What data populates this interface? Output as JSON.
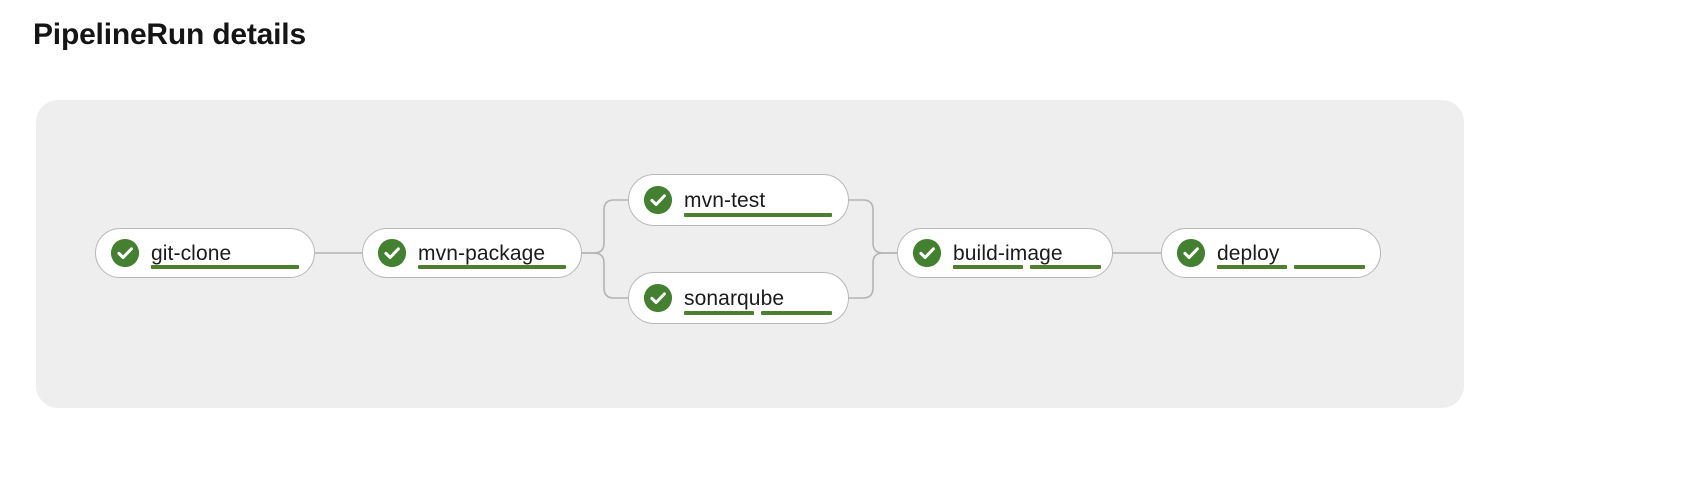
{
  "page": {
    "title": "PipelineRun details"
  },
  "colors": {
    "panel_background": "#eeeeee",
    "node_background": "#ffffff",
    "node_border": "#b8b8b8",
    "edge_stroke": "#b4b4b4",
    "status_success": "#43802f",
    "progress_bar": "#4e7f2e",
    "text": "#1b1b1b",
    "page_background": "#ffffff"
  },
  "pipeline": {
    "nodes": [
      {
        "id": "git-clone",
        "label": "git-clone",
        "status": "succeeded",
        "status_icon": "check-circle-icon",
        "steps": 1,
        "bar_widths": [
          148
        ]
      },
      {
        "id": "mvn-package",
        "label": "mvn-package",
        "status": "succeeded",
        "status_icon": "check-circle-icon",
        "steps": 1,
        "bar_widths": [
          148
        ]
      },
      {
        "id": "mvn-test",
        "label": "mvn-test",
        "status": "succeeded",
        "status_icon": "check-circle-icon",
        "steps": 1,
        "bar_widths": [
          148
        ]
      },
      {
        "id": "sonarqube",
        "label": "sonarqube",
        "status": "succeeded",
        "status_icon": "check-circle-icon",
        "steps": 2,
        "bar_widths": [
          70,
          71
        ]
      },
      {
        "id": "build-image",
        "label": "build-image",
        "status": "succeeded",
        "status_icon": "check-circle-icon",
        "steps": 2,
        "bar_widths": [
          70,
          71
        ]
      },
      {
        "id": "deploy",
        "label": "deploy",
        "status": "succeeded",
        "status_icon": "check-circle-icon",
        "steps": 2,
        "bar_widths": [
          70,
          71
        ]
      }
    ],
    "edges": [
      {
        "from": "git-clone",
        "to": "mvn-package"
      },
      {
        "from": "mvn-package",
        "to": "mvn-test"
      },
      {
        "from": "mvn-package",
        "to": "sonarqube"
      },
      {
        "from": "mvn-test",
        "to": "build-image"
      },
      {
        "from": "sonarqube",
        "to": "build-image"
      },
      {
        "from": "build-image",
        "to": "deploy"
      }
    ]
  }
}
